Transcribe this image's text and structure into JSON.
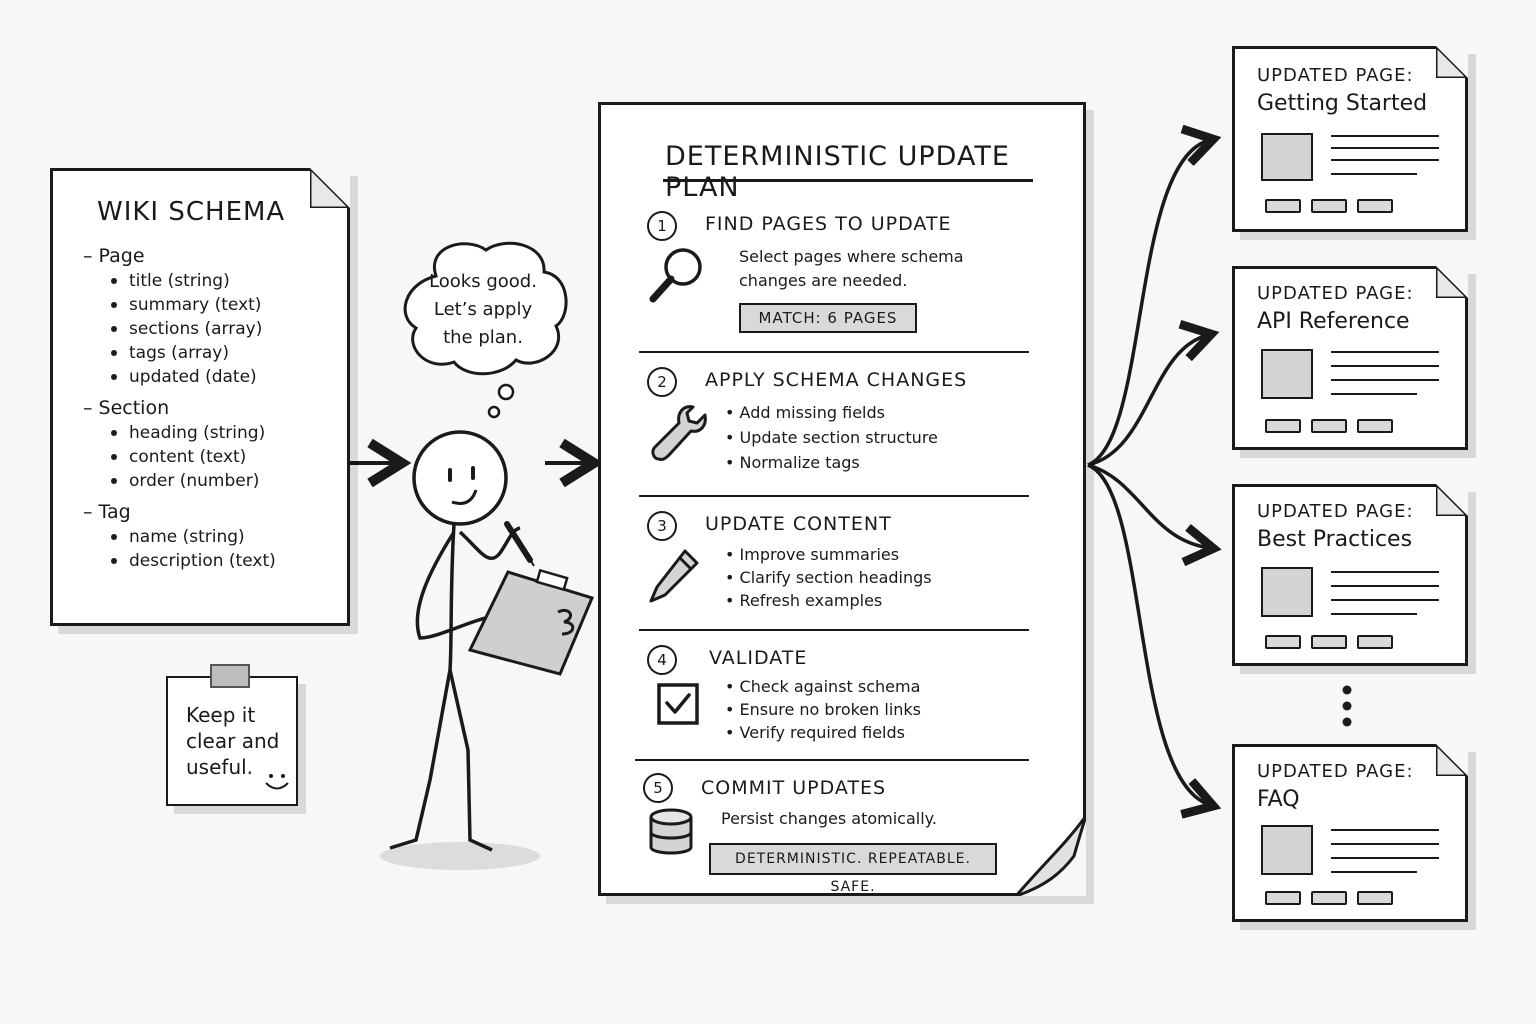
{
  "schema": {
    "title": "WIKI SCHEMA",
    "groups": [
      {
        "name": "– Page",
        "items": [
          "title (string)",
          "summary (text)",
          "sections (array)",
          "tags (array)",
          "updated (date)"
        ]
      },
      {
        "name": "– Section",
        "items": [
          "heading (string)",
          "content (text)",
          "order (number)"
        ]
      },
      {
        "name": "– Tag",
        "items": [
          "name (string)",
          "description (text)"
        ]
      }
    ]
  },
  "note": {
    "lines": [
      "Keep it",
      "clear and",
      "useful."
    ]
  },
  "thought": {
    "lines": [
      "Looks good.",
      "Let’s apply",
      "the plan."
    ]
  },
  "plan": {
    "title": "DETERMINISTIC UPDATE PLAN",
    "steps": [
      {
        "num": "1",
        "title": "FIND PAGES TO UPDATE",
        "text": [
          "Select pages where schema",
          "changes are needed."
        ],
        "badge": "MATCH: 6 PAGES",
        "icon": "magnifier-icon"
      },
      {
        "num": "2",
        "title": "APPLY SCHEMA CHANGES",
        "items": [
          "Add missing fields",
          "Update section structure",
          "Normalize tags"
        ],
        "icon": "wrench-icon"
      },
      {
        "num": "3",
        "title": "UPDATE CONTENT",
        "items": [
          "Improve summaries",
          "Clarify section headings",
          "Refresh examples"
        ],
        "icon": "pencil-icon"
      },
      {
        "num": "4",
        "title": "VALIDATE",
        "items": [
          "Check against schema",
          "Ensure no broken links",
          "Verify required fields"
        ],
        "icon": "checkbox-icon"
      },
      {
        "num": "5",
        "title": "COMMIT UPDATES",
        "text": [
          "Persist changes atomically."
        ],
        "badge": "DETERMINISTIC. REPEATABLE. SAFE.",
        "icon": "database-icon"
      }
    ]
  },
  "outputs": [
    {
      "label": "UPDATED PAGE:",
      "name": "Getting Started"
    },
    {
      "label": "UPDATED PAGE:",
      "name": "API Reference"
    },
    {
      "label": "UPDATED PAGE:",
      "name": "Best Practices"
    },
    {
      "label": "UPDATED PAGE:",
      "name": "FAQ"
    }
  ],
  "colors": {
    "ink": "#1a1a1a",
    "paper": "#ffffff",
    "fill": "#d4d4d4",
    "background": "#f7f7f5"
  }
}
